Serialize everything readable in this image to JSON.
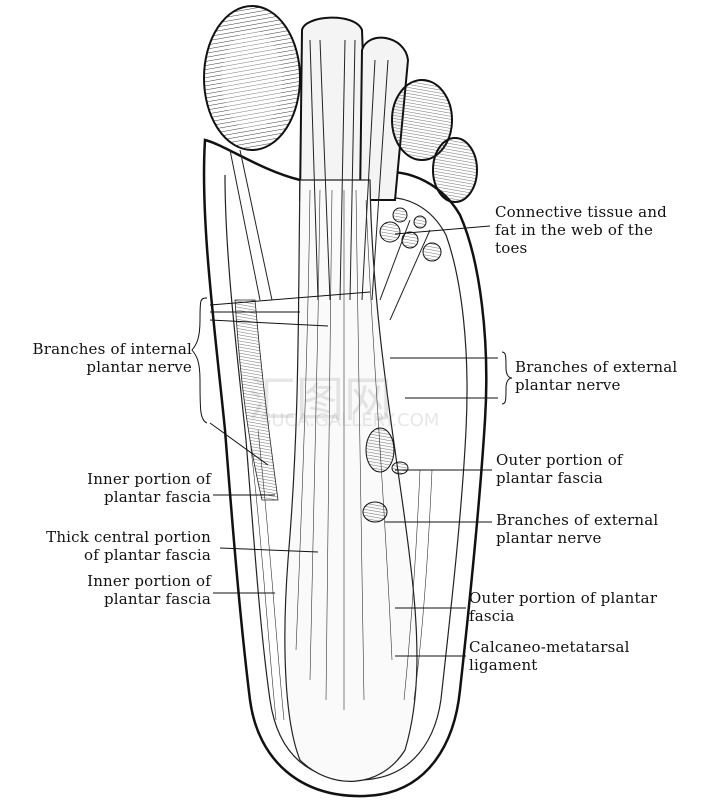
{
  "labels": {
    "connective_tissue": {
      "lines": [
        "Connective tissue and",
        "fat in the web of the",
        "toes"
      ]
    },
    "branches_internal": {
      "lines": [
        "Branches of internal",
        "plantar nerve"
      ]
    },
    "branches_external_1": {
      "lines": [
        "Branches of external",
        "plantar nerve"
      ]
    },
    "outer_portion_1": {
      "lines": [
        "Outer portion of",
        "plantar fascia"
      ]
    },
    "inner_portion_1": {
      "lines": [
        "Inner portion of",
        "plantar fascia"
      ]
    },
    "branches_external_2": {
      "lines": [
        "Branches of external",
        "plantar nerve"
      ]
    },
    "thick_central": {
      "lines": [
        "Thick central portion",
        "of plantar fascia"
      ]
    },
    "inner_portion_2": {
      "lines": [
        "Inner portion of",
        "plantar fascia"
      ]
    },
    "outer_portion_2": {
      "lines": [
        "Outer portion of plantar",
        "fascia"
      ]
    },
    "calcaneo": {
      "lines": [
        "Calcaneo-metatarsal",
        "ligament"
      ]
    }
  },
  "watermark": {
    "cn": "汇图网",
    "en": "SUCA.GALLERY.COM"
  },
  "colors": {
    "ink": "#111111",
    "paper": "#ffffff",
    "shade": "#d9d9d9"
  }
}
